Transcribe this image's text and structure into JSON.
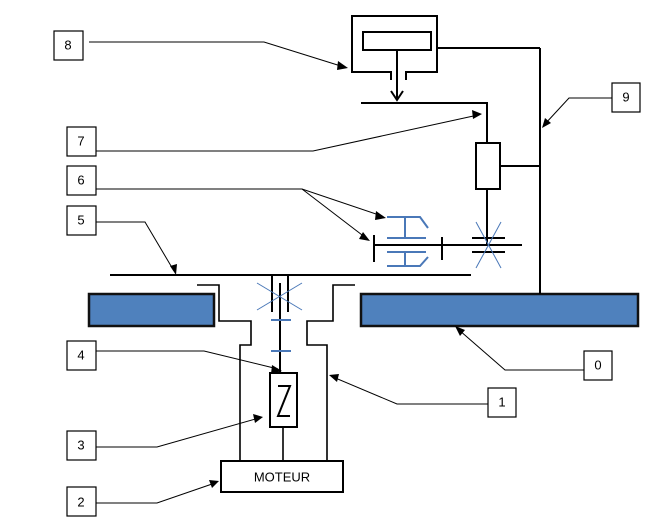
{
  "diagram": {
    "type": "kinematic-schematic",
    "colors": {
      "line": "#000000",
      "plate_fill": "#4f81bd",
      "gear_symbol": "#4a78b8",
      "background": "#ffffff"
    },
    "motor_label": "MOTEUR",
    "callouts": [
      {
        "id": "0",
        "label": "0",
        "target": "right-base-plate"
      },
      {
        "id": "1",
        "label": "1",
        "target": "motor-housing"
      },
      {
        "id": "2",
        "label": "2",
        "target": "motor"
      },
      {
        "id": "3",
        "label": "3",
        "target": "coupling"
      },
      {
        "id": "4",
        "label": "4",
        "target": "motor-shaft"
      },
      {
        "id": "5",
        "label": "5",
        "target": "rotating-table"
      },
      {
        "id": "6",
        "label": "6",
        "target": "pulley-and-shaft"
      },
      {
        "id": "7",
        "label": "7",
        "target": "slider-rod"
      },
      {
        "id": "8",
        "label": "8",
        "target": "actuator"
      },
      {
        "id": "9",
        "label": "9",
        "target": "vertical-frame"
      }
    ]
  }
}
